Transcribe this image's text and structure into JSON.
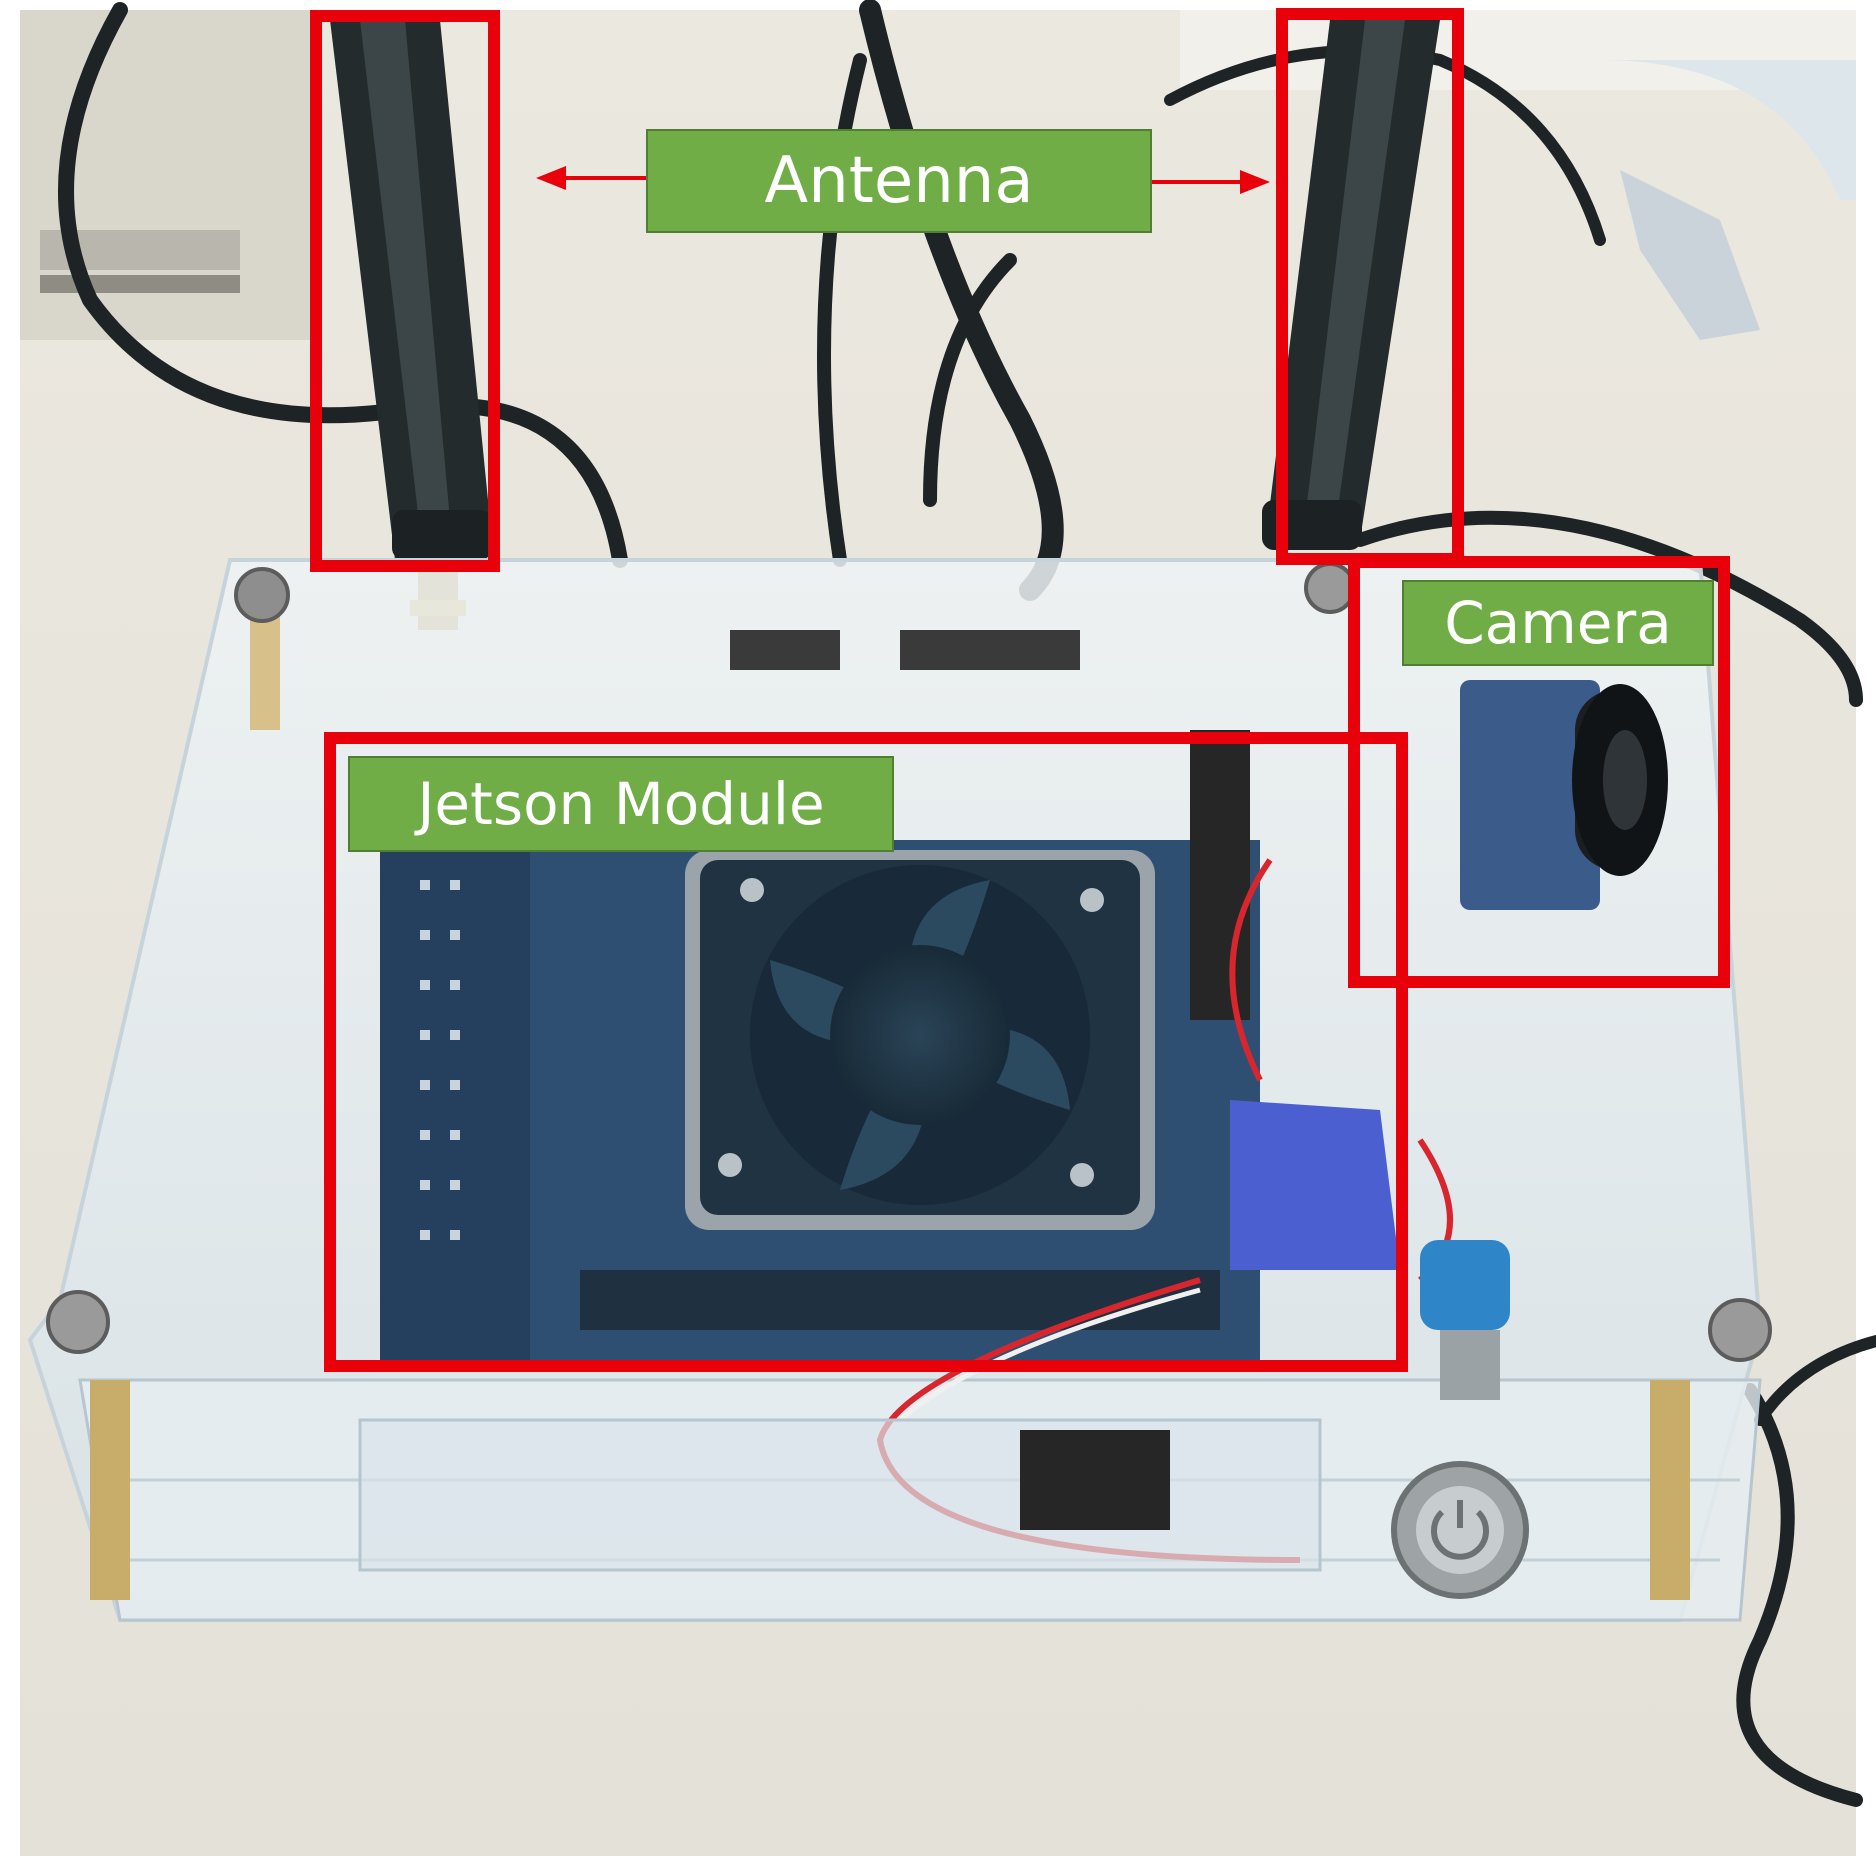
{
  "labels": {
    "antenna": "Antenna",
    "camera": "Camera",
    "jetson": "Jetson Module"
  },
  "colors": {
    "highlight_box": "#e8000b",
    "label_fill": "#70ad47",
    "label_text": "#ffffff",
    "arrow": "#e8000b",
    "background": "#e9e6dc",
    "acrylic": "#dfe9ee",
    "pcb": "#2f4f72",
    "fan": "#1f3342",
    "cable": "#1e2326"
  }
}
